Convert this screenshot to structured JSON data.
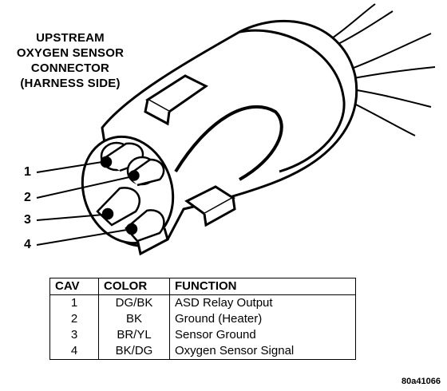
{
  "title_lines": [
    "UPSTREAM",
    "OXYGEN SENSOR",
    "CONNECTOR",
    "(HARNESS SIDE)"
  ],
  "pin_labels": [
    "1",
    "2",
    "3",
    "4"
  ],
  "table": {
    "headers": [
      "CAV",
      "COLOR",
      "FUNCTION"
    ],
    "rows": [
      {
        "cav": "1",
        "color": "DG/BK",
        "function": "ASD Relay Output"
      },
      {
        "cav": "2",
        "color": "BK",
        "function": "Ground (Heater)"
      },
      {
        "cav": "3",
        "color": "BR/YL",
        "function": "Sensor Ground"
      },
      {
        "cav": "4",
        "color": "BK/DG",
        "function": "Oxygen Sensor Signal"
      }
    ]
  },
  "figure_code": "80a41066"
}
